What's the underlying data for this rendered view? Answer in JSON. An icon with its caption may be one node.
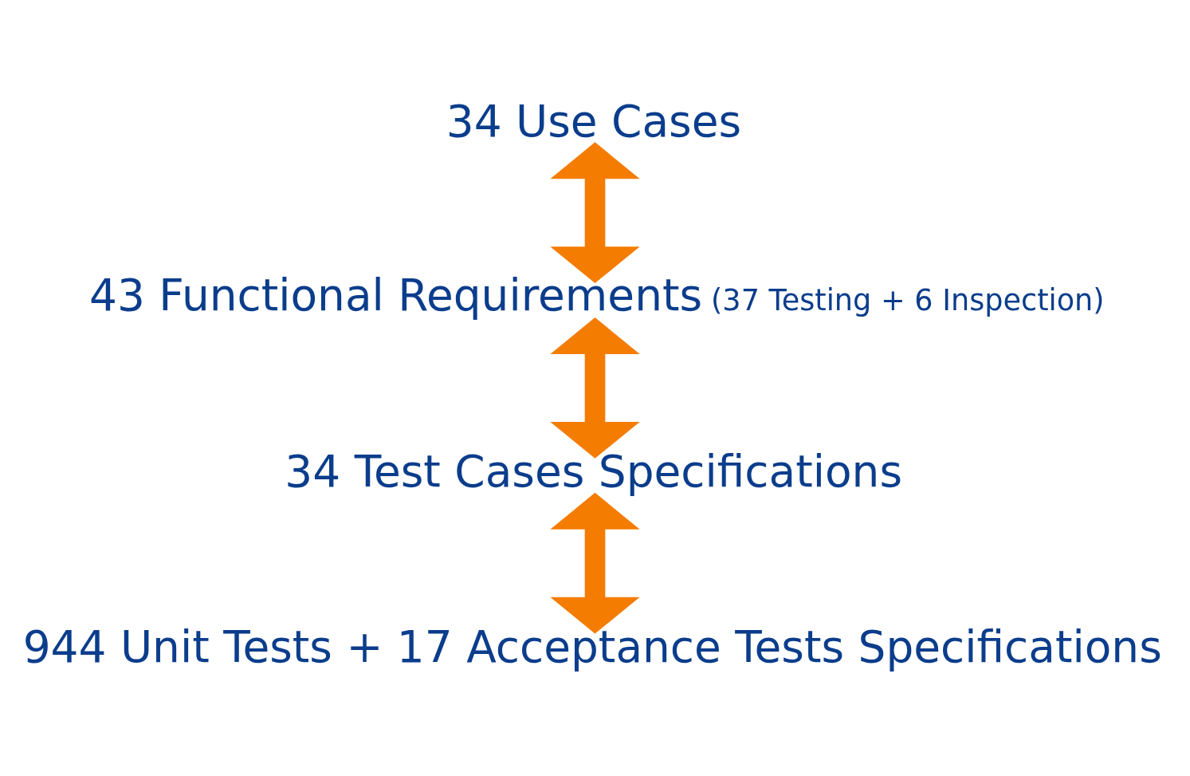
{
  "diagram": {
    "nodes": [
      {
        "text": [
          "34 Use Cases"
        ]
      },
      {
        "text": [
          "43 Functional Requirements",
          "(37 Testing + 6 Inspection)"
        ]
      },
      {
        "text": [
          "34 Test Cases Specifications"
        ]
      },
      {
        "text": [
          "944 Unit Tests + 17 Acceptance Tests Specifications"
        ]
      }
    ],
    "edges": [
      {
        "from": 0,
        "to": 1,
        "arrow": "both"
      },
      {
        "from": 1,
        "to": 2,
        "arrow": "both"
      },
      {
        "from": 2,
        "to": 3,
        "arrow": "both"
      }
    ]
  }
}
